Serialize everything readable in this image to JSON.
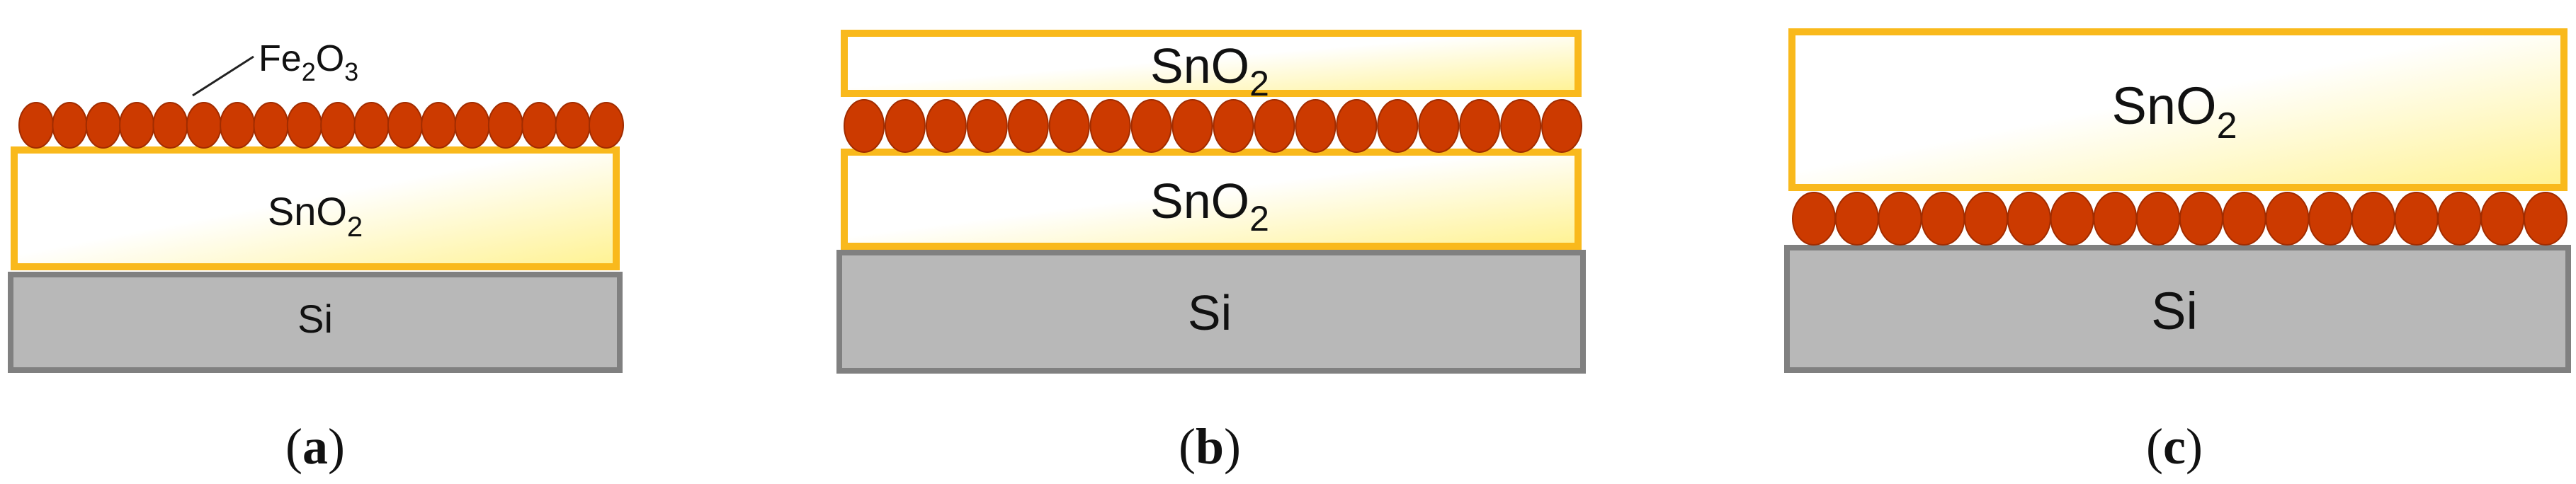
{
  "colors": {
    "si_fill": "#b8b8b8",
    "si_stroke": "#808080",
    "sno2_stroke": "#f9b91c",
    "sno2_gradient_light": "#ffffff",
    "sno2_gradient_dark": "#fff291",
    "fe2o3_fill": "#cc3a00",
    "fe2o3_stroke": "#a12c00",
    "text": "#111111"
  },
  "labels": {
    "si": "Si",
    "sno2_base": "SnO",
    "sno2_sub": "2",
    "fe_base": "Fe",
    "fe_sub1": "2",
    "o_base": "O",
    "fe_sub2": "3"
  },
  "panels": {
    "a": {
      "open": "(",
      "letter": "a",
      "close": ")"
    },
    "b": {
      "open": "(",
      "letter": "b",
      "close": ")"
    },
    "c": {
      "open": "(",
      "letter": "c",
      "close": ")"
    }
  }
}
